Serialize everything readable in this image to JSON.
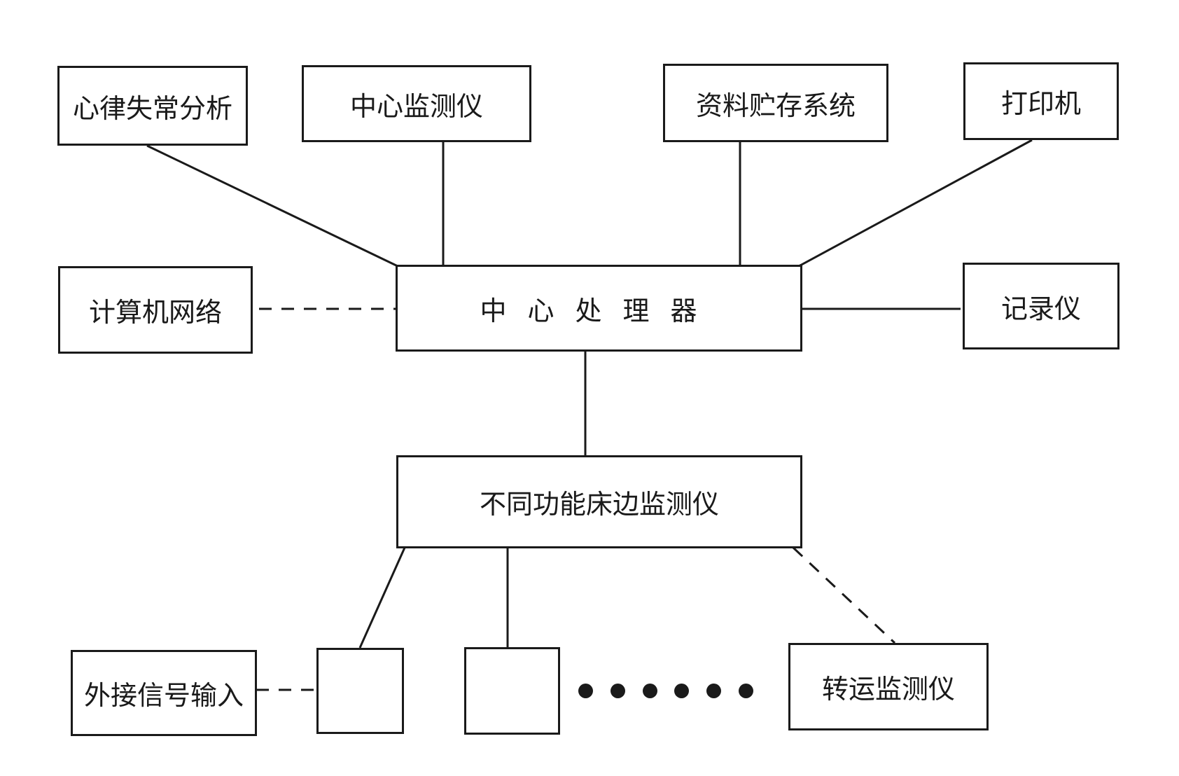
{
  "nodes": {
    "arrhythmia": "心律失常分析",
    "central_monitor": "中心监测仪",
    "data_storage": "资料贮存系统",
    "printer": "打印机",
    "computer_network": "计算机网络",
    "central_processor": "中心处理器",
    "recorder": "记录仪",
    "bedside_monitors": "不同功能床边监测仪",
    "external_input": "外接信号输入",
    "transport_monitor": "转运监测仪"
  },
  "ellipsis": "• • • • • •"
}
